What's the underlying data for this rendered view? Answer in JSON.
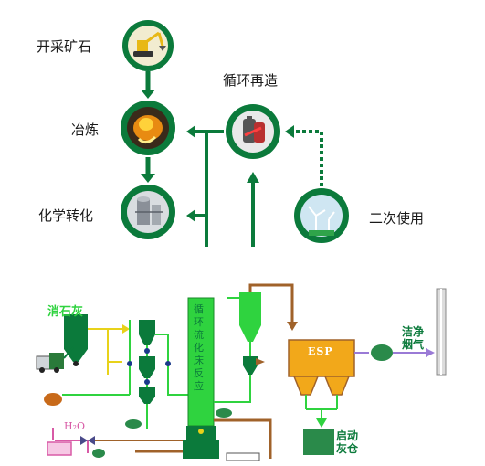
{
  "top_diagram": {
    "nodes": [
      {
        "label": "开采矿石",
        "icon": "excavator-icon"
      },
      {
        "label": "冶炼",
        "icon": "molten-metal-icon"
      },
      {
        "label": "化学转化",
        "icon": "chemical-tank-icon"
      },
      {
        "label": "循环再造",
        "icon": "battery-recycle-icon"
      },
      {
        "label": "二次使用",
        "icon": "wind-turbine-icon"
      }
    ]
  },
  "bottom_diagram": {
    "labels": {
      "limestone": "消石灰",
      "reactor": "循环流化床反应",
      "esp": "ESP",
      "clean_gas": "洁净烟气",
      "water": "H₂O",
      "ash_silo": "启动灰仓"
    },
    "colors": {
      "pipe_green": "#0b7a3b",
      "light_green": "#2fd33f",
      "olive": "#8a7a10",
      "pipe_brown": "#a0622a",
      "pipe_pink": "#d85aa6",
      "pipe_purple": "#9a7ad6",
      "esp_orange": "#f2a81a"
    }
  }
}
